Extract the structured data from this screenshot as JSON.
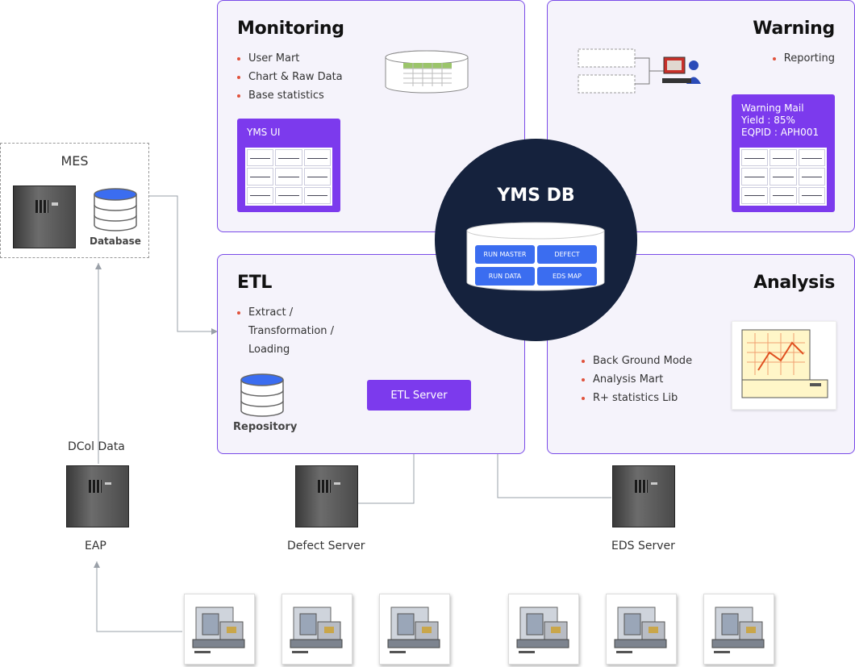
{
  "monitoring": {
    "title": "Monitoring",
    "bullets": [
      "User Mart",
      "Chart & Raw Data",
      "Base statistics"
    ],
    "ui_label": "YMS UI"
  },
  "warning": {
    "title": "Warning",
    "bullets": [
      "Reporting"
    ],
    "mail_lines": [
      "Warning Mail",
      "Yield : 85%",
      "EQPID : APH001"
    ]
  },
  "etl": {
    "title": "ETL",
    "bullets": [
      "Extract /",
      "Transformation /",
      "Loading"
    ],
    "repository_label": "Repository",
    "server_label": "ETL Server"
  },
  "analysis": {
    "title": "Analysis",
    "bullets": [
      "Back Ground Mode",
      "Analysis Mart",
      "R+ statistics Lib"
    ]
  },
  "mes": {
    "title": "MES",
    "database_label": "Database"
  },
  "yms_db": {
    "title": "YMS DB",
    "cells": [
      "RUN MASTER",
      "DEFECT",
      "RUN DATA",
      "EDS MAP"
    ]
  },
  "nodes": {
    "dcol_label": "DCol Data",
    "eap_label": "EAP",
    "defect_server_label": "Defect Server",
    "eds_server_label": "EDS Server"
  },
  "colors": {
    "accent": "#7c3aed",
    "panel_border": "#7a4be8",
    "panel_bg": "#f5f3fb",
    "db_circle": "#15223d",
    "db_cell": "#3b6df0",
    "bullet": "#e0523c"
  }
}
